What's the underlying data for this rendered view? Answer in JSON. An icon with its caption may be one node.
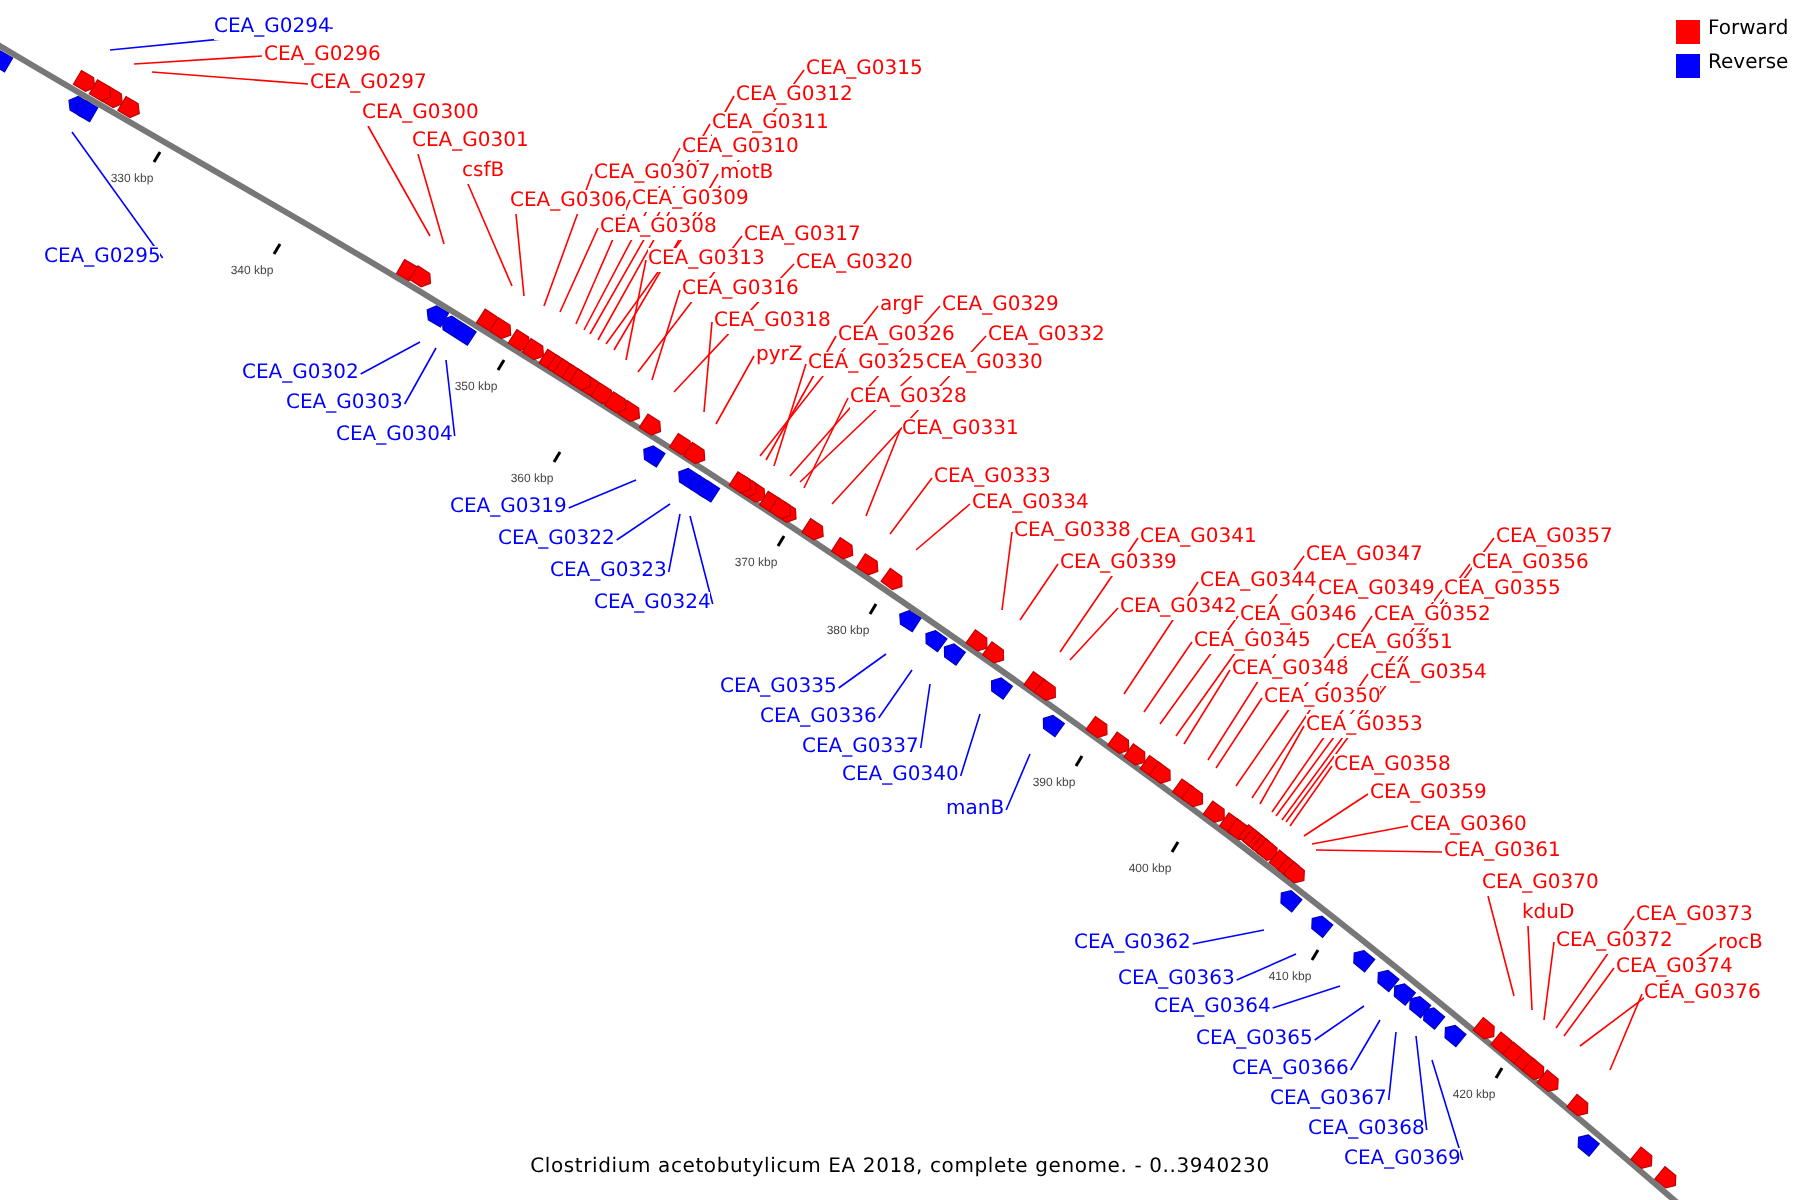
{
  "diagram": {
    "caption": "Clostridium acetobutylicum EA 2018, complete genome. - 0..3940230",
    "nodes": [
      {
        "text": [
          "CEA_G0294"
        ]
      },
      {
        "text": [
          "CEA_G0295"
        ]
      },
      {
        "text": [
          "CEA_G0296"
        ]
      },
      {
        "text": [
          "CEA_G0297"
        ]
      },
      {
        "text": [
          "CEA_G0300"
        ]
      },
      {
        "text": [
          "CEA_G0301"
        ]
      },
      {
        "text": [
          "csfB"
        ]
      },
      {
        "text": [
          "CEA_G0302"
        ]
      },
      {
        "text": [
          "CEA_G0303"
        ]
      },
      {
        "text": [
          "CEA_G0304"
        ]
      },
      {
        "text": [
          "CEA_G0306"
        ]
      },
      {
        "text": [
          "CEA_G0307"
        ]
      },
      {
        "text": [
          "CEA_G0308"
        ]
      },
      {
        "text": [
          "CEA_G0309"
        ]
      },
      {
        "text": [
          "CEA_G0310"
        ]
      },
      {
        "text": [
          "CEA_G0311"
        ]
      },
      {
        "text": [
          "CEA_G0312"
        ]
      },
      {
        "text": [
          "motB"
        ]
      },
      {
        "text": [
          "CEA_G0313"
        ]
      },
      {
        "text": [
          "CEA_G0315"
        ]
      },
      {
        "text": [
          "CEA_G0316"
        ]
      },
      {
        "text": [
          "CEA_G0317"
        ]
      },
      {
        "text": [
          "CEA_G0318"
        ]
      },
      {
        "text": [
          "CEA_G0319"
        ]
      },
      {
        "text": [
          "CEA_G0320"
        ]
      },
      {
        "text": [
          "pyrZ"
        ]
      },
      {
        "text": [
          "CEA_G0322"
        ]
      },
      {
        "text": [
          "CEA_G0323"
        ]
      },
      {
        "text": [
          "CEA_G0324"
        ]
      },
      {
        "text": [
          "CEA_G0325"
        ]
      },
      {
        "text": [
          "CEA_G0326"
        ]
      },
      {
        "text": [
          "argF"
        ]
      },
      {
        "text": [
          "CEA_G0328"
        ]
      },
      {
        "text": [
          "CEA_G0329"
        ]
      },
      {
        "text": [
          "CEA_G0330"
        ]
      },
      {
        "text": [
          "CEA_G0331"
        ]
      },
      {
        "text": [
          "CEA_G0332"
        ]
      },
      {
        "text": [
          "CEA_G0333"
        ]
      },
      {
        "text": [
          "CEA_G0334"
        ]
      },
      {
        "text": [
          "CEA_G0335"
        ]
      },
      {
        "text": [
          "CEA_G0336"
        ]
      },
      {
        "text": [
          "CEA_G0337"
        ]
      },
      {
        "text": [
          "CEA_G0338"
        ]
      },
      {
        "text": [
          "CEA_G0339"
        ]
      },
      {
        "text": [
          "CEA_G0340"
        ]
      },
      {
        "text": [
          "manB"
        ]
      },
      {
        "text": [
          "CEA_G0341"
        ]
      },
      {
        "text": [
          "CEA_G0342"
        ]
      },
      {
        "text": [
          "CEA_G0344"
        ]
      },
      {
        "text": [
          "CEA_G0345"
        ]
      },
      {
        "text": [
          "CEA_G0346"
        ]
      },
      {
        "text": [
          "CEA_G0347"
        ]
      },
      {
        "text": [
          "CEA_G0348"
        ]
      },
      {
        "text": [
          "CEA_G0349"
        ]
      },
      {
        "text": [
          "CEA_G0350"
        ]
      },
      {
        "text": [
          "CEA_G0351"
        ]
      },
      {
        "text": [
          "CEA_G0352"
        ]
      },
      {
        "text": [
          "CEA_G0353"
        ]
      },
      {
        "text": [
          "CEA_G0354"
        ]
      },
      {
        "text": [
          "CEA_G0355"
        ]
      },
      {
        "text": [
          "CEA_G0356"
        ]
      },
      {
        "text": [
          "CEA_G0357"
        ]
      },
      {
        "text": [
          "CEA_G0358"
        ]
      },
      {
        "text": [
          "CEA_G0359"
        ]
      },
      {
        "text": [
          "CEA_G0360"
        ]
      },
      {
        "text": [
          "CEA_G0361"
        ]
      },
      {
        "text": [
          "CEA_G0362"
        ]
      },
      {
        "text": [
          "CEA_G0363"
        ]
      },
      {
        "text": [
          "CEA_G0364"
        ]
      },
      {
        "text": [
          "CEA_G0365"
        ]
      },
      {
        "text": [
          "CEA_G0366"
        ]
      },
      {
        "text": [
          "CEA_G0367"
        ]
      },
      {
        "text": [
          "CEA_G0368"
        ]
      },
      {
        "text": [
          "CEA_G0369"
        ]
      },
      {
        "text": [
          "CEA_G0370"
        ]
      },
      {
        "text": [
          "kduD"
        ]
      },
      {
        "text": [
          "CEA_G0372"
        ]
      },
      {
        "text": [
          "CEA_G0373"
        ]
      },
      {
        "text": [
          "CEA_G0374"
        ]
      },
      {
        "text": [
          "rocB"
        ]
      },
      {
        "text": [
          "CEA_G0376"
        ]
      }
    ],
    "edges": [
      {
        "from": 0,
        "to": null,
        "arrow": "none",
        "color": "#0000ff"
      },
      {
        "from": 1,
        "to": null,
        "arrow": "none",
        "color": "#0000ff"
      },
      {
        "from": 2,
        "to": null,
        "arrow": "none"
      },
      {
        "from": 3,
        "to": null,
        "arrow": "none"
      },
      {
        "from": 4,
        "to": null,
        "arrow": "none"
      },
      {
        "from": 5,
        "to": null,
        "arrow": "none"
      },
      {
        "from": 6,
        "to": null,
        "arrow": "none"
      },
      {
        "from": 7,
        "to": null,
        "arrow": "none",
        "color": "#0000ff"
      },
      {
        "from": 8,
        "to": null,
        "arrow": "none",
        "color": "#0000ff"
      },
      {
        "from": 9,
        "to": null,
        "arrow": "none",
        "color": "#0000ff"
      },
      {
        "from": 10,
        "to": null,
        "arrow": "none"
      },
      {
        "from": 11,
        "to": null,
        "arrow": "none"
      },
      {
        "from": 12,
        "to": null,
        "arrow": "none"
      },
      {
        "from": 13,
        "to": null,
        "arrow": "none"
      },
      {
        "from": 14,
        "to": null,
        "arrow": "none"
      },
      {
        "from": 15,
        "to": null,
        "arrow": "none"
      },
      {
        "from": 16,
        "to": null,
        "arrow": "none"
      },
      {
        "from": 17,
        "to": null,
        "arrow": "none"
      },
      {
        "from": 18,
        "to": null,
        "arrow": "none"
      },
      {
        "from": 19,
        "to": null,
        "arrow": "none"
      },
      {
        "from": 20,
        "to": null,
        "arrow": "none"
      },
      {
        "from": 21,
        "to": null,
        "arrow": "none"
      },
      {
        "from": 22,
        "to": null,
        "arrow": "none"
      },
      {
        "from": 23,
        "to": null,
        "arrow": "none",
        "color": "#0000ff"
      },
      {
        "from": 24,
        "to": null,
        "arrow": "none"
      },
      {
        "from": 25,
        "to": null,
        "arrow": "none"
      },
      {
        "from": 26,
        "to": null,
        "arrow": "none",
        "color": "#0000ff"
      },
      {
        "from": 27,
        "to": null,
        "arrow": "none",
        "color": "#0000ff"
      },
      {
        "from": 28,
        "to": null,
        "arrow": "none",
        "color": "#0000ff"
      },
      {
        "from": 29,
        "to": null,
        "arrow": "none"
      },
      {
        "from": 30,
        "to": null,
        "arrow": "none"
      },
      {
        "from": 31,
        "to": null,
        "arrow": "none"
      },
      {
        "from": 32,
        "to": null,
        "arrow": "none"
      },
      {
        "from": 33,
        "to": null,
        "arrow": "none"
      },
      {
        "from": 34,
        "to": null,
        "arrow": "none"
      },
      {
        "from": 35,
        "to": null,
        "arrow": "none"
      },
      {
        "from": 36,
        "to": null,
        "arrow": "none"
      },
      {
        "from": 37,
        "to": null,
        "arrow": "none"
      },
      {
        "from": 38,
        "to": null,
        "arrow": "none"
      },
      {
        "from": 39,
        "to": null,
        "arrow": "none",
        "color": "#0000ff"
      },
      {
        "from": 40,
        "to": null,
        "arrow": "none",
        "color": "#0000ff"
      },
      {
        "from": 41,
        "to": null,
        "arrow": "none",
        "color": "#0000ff"
      },
      {
        "from": 42,
        "to": null,
        "arrow": "none"
      },
      {
        "from": 43,
        "to": null,
        "arrow": "none"
      },
      {
        "from": 44,
        "to": null,
        "arrow": "none",
        "color": "#0000ff"
      },
      {
        "from": 45,
        "to": null,
        "arrow": "none",
        "color": "#0000ff"
      },
      {
        "from": 46,
        "to": null,
        "arrow": "none"
      },
      {
        "from": 47,
        "to": null,
        "arrow": "none"
      },
      {
        "from": 48,
        "to": null,
        "arrow": "none"
      },
      {
        "from": 49,
        "to": null,
        "arrow": "none"
      },
      {
        "from": 50,
        "to": null,
        "arrow": "none"
      },
      {
        "from": 51,
        "to": null,
        "arrow": "none"
      },
      {
        "from": 52,
        "to": null,
        "arrow": "none"
      },
      {
        "from": 53,
        "to": null,
        "arrow": "none"
      },
      {
        "from": 54,
        "to": null,
        "arrow": "none"
      },
      {
        "from": 55,
        "to": null,
        "arrow": "none"
      },
      {
        "from": 56,
        "to": null,
        "arrow": "none"
      },
      {
        "from": 57,
        "to": null,
        "arrow": "none"
      },
      {
        "from": 58,
        "to": null,
        "arrow": "none"
      },
      {
        "from": 59,
        "to": null,
        "arrow": "none"
      },
      {
        "from": 60,
        "to": null,
        "arrow": "none"
      },
      {
        "from": 61,
        "to": null,
        "arrow": "none"
      },
      {
        "from": 62,
        "to": null,
        "arrow": "none"
      },
      {
        "from": 63,
        "to": null,
        "arrow": "none"
      },
      {
        "from": 64,
        "to": null,
        "arrow": "none"
      },
      {
        "from": 65,
        "to": null,
        "arrow": "none"
      },
      {
        "from": 66,
        "to": null,
        "arrow": "none",
        "color": "#0000ff"
      },
      {
        "from": 67,
        "to": null,
        "arrow": "none",
        "color": "#0000ff"
      },
      {
        "from": 68,
        "to": null,
        "arrow": "none",
        "color": "#0000ff"
      },
      {
        "from": 69,
        "to": null,
        "arrow": "none",
        "color": "#0000ff"
      },
      {
        "from": 70,
        "to": null,
        "arrow": "none",
        "color": "#0000ff"
      },
      {
        "from": 71,
        "to": null,
        "arrow": "none",
        "color": "#0000ff"
      },
      {
        "from": 72,
        "to": null,
        "arrow": "none",
        "color": "#0000ff"
      },
      {
        "from": 73,
        "to": null,
        "arrow": "none",
        "color": "#0000ff"
      },
      {
        "from": 74,
        "to": null,
        "arrow": "none"
      },
      {
        "from": 75,
        "to": null,
        "arrow": "none"
      },
      {
        "from": 76,
        "to": null,
        "arrow": "none"
      },
      {
        "from": 77,
        "to": null,
        "arrow": "none"
      },
      {
        "from": 78,
        "to": null,
        "arrow": "none"
      },
      {
        "from": 79,
        "to": null,
        "arrow": "none"
      },
      {
        "from": 80,
        "to": null,
        "arrow": "none"
      }
    ],
    "labels": [
      "330 kbp",
      "340 kbp",
      "350 kbp",
      "360 kbp",
      "370 kbp",
      "380 kbp",
      "390 kbp",
      "400 kbp",
      "410 kbp",
      "420 kbp"
    ],
    "legend": [
      {
        "text": "Forward",
        "color": "#ff0000"
      },
      {
        "text": "Reverse",
        "color": "#0000ff"
      }
    ]
  }
}
